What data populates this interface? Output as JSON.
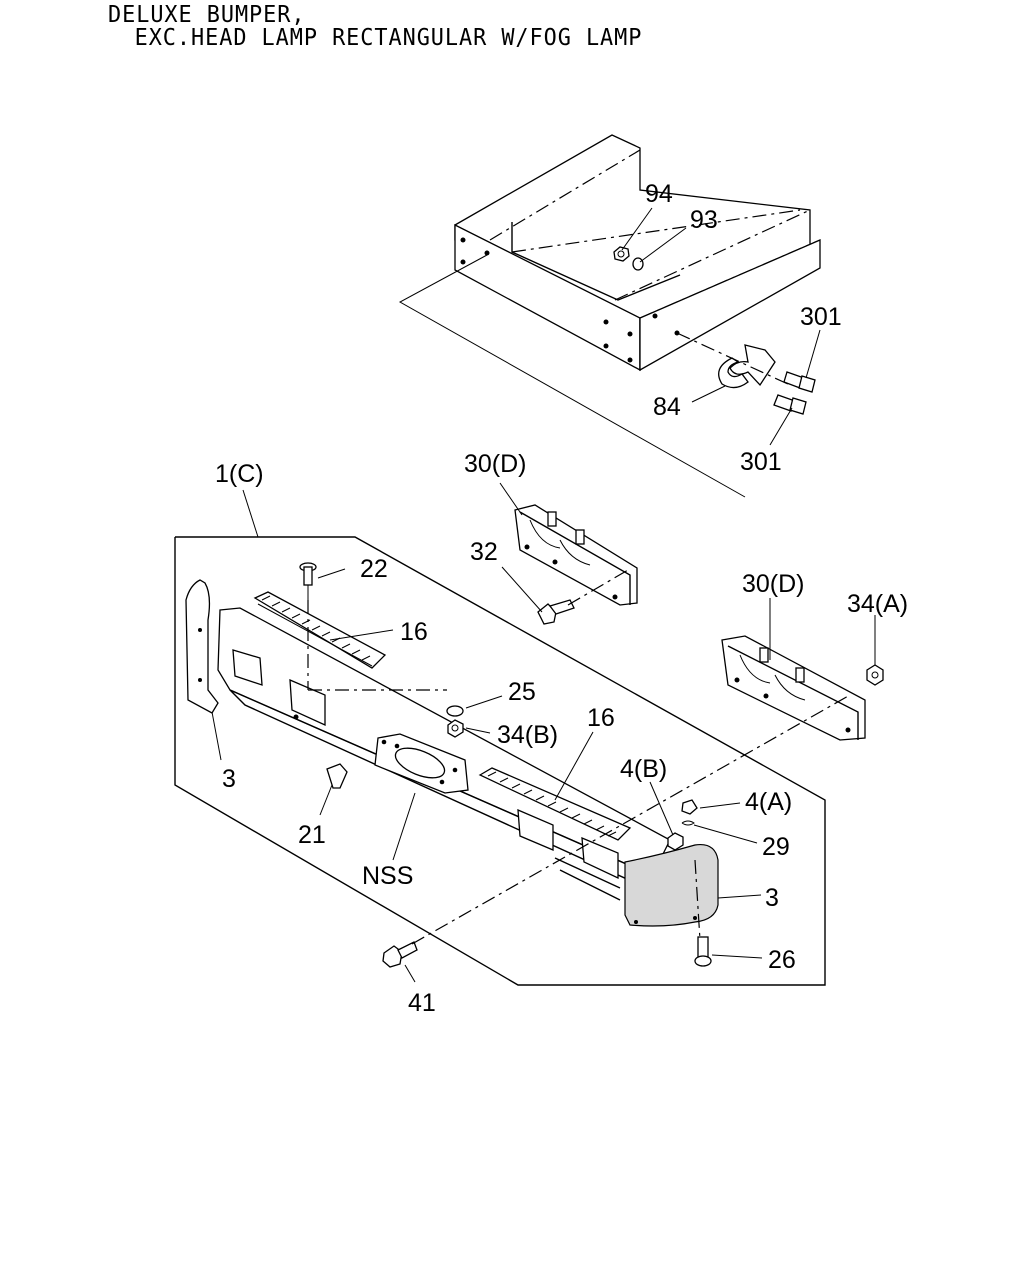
{
  "header": {
    "line1": "DELUXE BUMPER,",
    "line2": "EXC.HEAD LAMP RECTANGULAR W/FOG LAMP"
  },
  "callouts": {
    "p94": "94",
    "p93": "93",
    "p301_top": "301",
    "p84": "84",
    "p301_bottom": "301",
    "p30D_left": "30(D)",
    "p1C": "1(C)",
    "p32": "32",
    "p22": "22",
    "p16_left": "16",
    "p30D_right": "30(D)",
    "p34A": "34(A)",
    "p25": "25",
    "p34B": "34(B)",
    "p16_right": "16",
    "p4B": "4(B)",
    "p4A": "4(A)",
    "p3_left": "3",
    "p21": "21",
    "p29": "29",
    "pNSS": "NSS",
    "p3_right": "3",
    "p26": "26",
    "p41": "41"
  }
}
